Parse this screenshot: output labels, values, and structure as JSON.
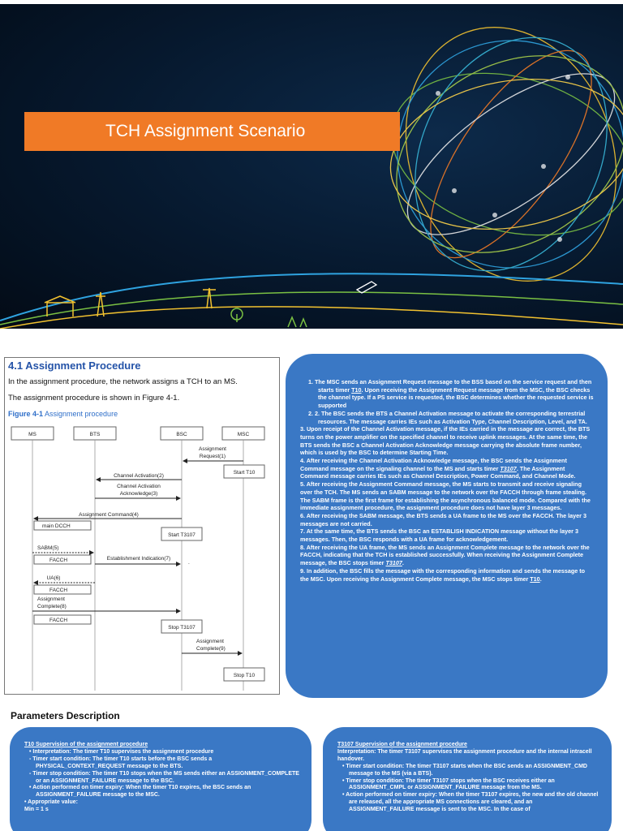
{
  "banner": {
    "title": "TCH Assignment Scenario"
  },
  "figure": {
    "heading": "4.1 Assignment Procedure",
    "line1": "In the assignment procedure, the network assigns a TCH to an MS.",
    "line2": "The assignment procedure is shown in Figure 4-1.",
    "caption_num": "Figure 4-1",
    "caption_text": " Assignment procedure",
    "entities": [
      "MS",
      "BTS",
      "BSC",
      "MSC"
    ],
    "messages": {
      "assignment_request": [
        "Assignment",
        "Request(1)"
      ],
      "start_t10": "Start T10",
      "channel_activation": "Channel Activation(2)",
      "channel_activation_ack": [
        "Channel Activation",
        "Acknowledge(3)"
      ],
      "assignment_command": "Assignment Command(4)",
      "main_dcch": "main DCCH",
      "start_t3107": "Start T3107",
      "sabm": "SABM(5)",
      "facch1": "FACCH",
      "establishment_indication": "Establishment Indication(7)",
      "ua": "UA(6)",
      "facch2": "FACCH",
      "assignment_complete8": [
        "Assignment",
        "Complete(8)"
      ],
      "facch3": "FACCH",
      "stop_t3107": "Stop T3107",
      "assignment_complete9": [
        "Assignment",
        "Complete(9)"
      ],
      "stop_t10": "Stop T10"
    }
  },
  "steps": {
    "s1a": "1.   The MSC sends an Assignment Request message to the BSS based on the service request and then starts timer ",
    "s1_t10": "T10",
    "s1b": ". Upon receiving the Assignment Request message from the MSC, the BSC checks the channel type. If a PS service is requested, the BSC determines whether the requested service is supported",
    "s2": "2.   2. The BSC sends the BTS a Channel Activation message to activate the corresponding terrestrial resources. The message carries IEs such as Activation Type, Channel Description, Level, and TA.",
    "s3": "3. Upon receipt of the Channel Activation message, if the IEs carried in the message are correct, the BTS turns on the power amplifier on the specified channel to receive uplink messages. At the same time, the BTS sends the BSC a Channel Activation Acknowledge message carrying the absolute frame number, which is used by the BSC to determine Starting Time.",
    "s4a": "4. After receiving the Channel Activation Acknowledge message, the BSC sends the Assignment Command message on the signaling channel to the MS and starts timer ",
    "s4_t3107": "T3107",
    "s4b": ". The Assignment Command message carries IEs such as Channel Description, Power Command, and Channel Mode.",
    "s5": "5. After receiving the Assignment Command message, the MS starts to transmit and receive signaling over the TCH. The MS sends an SABM message to the network over the FACCH through frame stealing. The SABM frame is the first frame for establishing the asynchronous balanced mode. Compared with the immediate assignment procedure, the assignment procedure does not have layer 3 messages.",
    "s6": "6. After receiving the SABM message, the BTS sends a UA frame to the MS over the FACCH. The layer 3 messages are not carried.",
    "s7": "7. At the same time, the BTS sends the BSC an ESTABLISH INDICATION message without the layer 3 messages. Then, the BSC responds with a UA frame for acknowledgement.",
    "s8a": "8. After receiving the UA frame, the MS sends an Assignment Complete message to the network over the FACCH, indicating that the TCH is established successfully. When receiving the Assignment Complete message, the BSC stops timer ",
    "s8_t3107": "T3107",
    "s8b": ".",
    "s9a": "9. In addition, the BSC fills the message with the corresponding information and sends the message to the MSC. Upon receiving the Assignment Complete message, the MSC stops timer ",
    "s9_t10": "T10",
    "s9b": "."
  },
  "params": {
    "heading": "Parameters Description",
    "t10": {
      "title": "T10 Supervision of the assignment procedure",
      "b1": "•  Interpretation: The timer T10 supervises the assignment procedure",
      "b2": "-  Timer start condition: The timer T10 starts before the BSC sends a PHYSICAL_CONTEXT_REQUEST message to the BTS.",
      "b3": "-  Timer stop condition: The timer T10 stops when the MS sends either an ASSIGNMENT_COMPLETE or an ASSIGNMENT_FAILURE message to the BSC.",
      "b4": "•  Action performed on timer expiry: When the timer T10 expires, the BSC sends an ASSIGNMENT_FAILURE message to the MSC.",
      "b5": "• Appropriate value:",
      "b6": "Min = 1 s"
    },
    "t3107": {
      "title": "T3107 Supervision of the assignment procedure",
      "l1": "Interpretation: The timer T3107 supervises the assignment procedure and the internal intracell handover.",
      "b1": "• Timer start condition: The timer T3107 starts when the BSC sends an ASSIGNMENT_CMD message to the MS (via a BTS).",
      "b2": "• Timer stop condition: The timer T3107 stops when the BSC receives either an ASSIGNMENT_CMPL or ASSIGNMENT_FAILURE message from the MS.",
      "b3": "• Action performed on timer expiry: When the timer T3107 expires, the new and the old channel are released, all the appropriate MS connections are cleared, and an ASSIGNMENT_FAILURE message is sent to the MSC. In the case of"
    }
  }
}
